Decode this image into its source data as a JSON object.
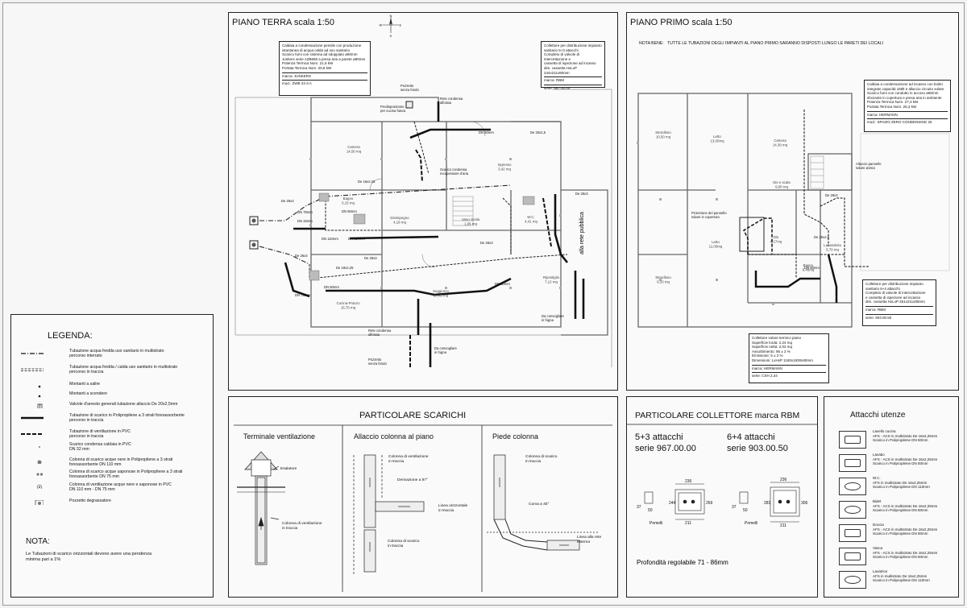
{
  "plans": {
    "ground": {
      "title": "PIANO TERRA scala 1:50",
      "boiler_note": [
        "Caldaia a condensazione pensile con produzione",
        "istantanea di acqua calda ad uso sanitario",
        "Scarico fumi con sistema ad sdoppiato ø80mm",
        "Junkers serie AZB665 a presa aria a parete ø80mm",
        "Potenza Termica Nom. 21,6 kW",
        "Portata Termica Nom. 20,8 kW"
      ],
      "boiler_brand_label": "marca:",
      "boiler_brand": "JUNKERS",
      "boiler_model_label": "mod.:",
      "boiler_model": "ZWB 24-3 A",
      "collector_note": [
        "Collettore per distribuzione impianto",
        "sanitario 5+3 attacchi",
        "Completo di valvole di intercettazione e",
        "cassetta di ispezione ad incasso",
        "dim. cassetta HxLxP 244x211x80mm"
      ],
      "collector_brand_label": "marca:",
      "collector_brand": "RBM",
      "collector_series_label": "serie:",
      "collector_series": "967.00.00",
      "rooms": [
        {
          "name": "Camera",
          "area": "14,50 mq"
        },
        {
          "name": "Ingresso",
          "area": "3,42 mq"
        },
        {
          "name": "Bagno",
          "area": "5,15 mq"
        },
        {
          "name": "Disimpegno",
          "area": "4,19 mq"
        },
        {
          "name": "Vano Scala",
          "area": "1,06 mq"
        },
        {
          "name": "W.C.",
          "area": "4,41 mq"
        },
        {
          "name": "Ripostiglio",
          "area": "7,12 mq"
        },
        {
          "name": "Soggiorno",
          "area": "20,42 mq"
        },
        {
          "name": "Cucina-Pranzo",
          "area": "15,70 mq"
        }
      ],
      "labels": {
        "pozzetto_top": "Pozzetto\nsenza fondo",
        "rete_condensa_top": "Rete condensa\nalforata",
        "predisposizione": "Predisposizione\nper cucina futura",
        "scarico_condensa": "Scarico condensa\nrecuperatore d'aria",
        "rete_condensa_bottom": "Rete condensa\nalforata",
        "pozzetto_bottom": "Pozzetto\nsenza fondo",
        "conv_fogna_1": "Da convogliare\nin fogna",
        "conv_fogna_2": "Da convogliare\nin fogna",
        "piatto": "alla rete pubblica",
        "de16": "De 16x2,25",
        "de26_1": "De 26x3",
        "de26_2": "De 26x3",
        "de26_3": "De 26x3",
        "de26_4": "De 26x3",
        "de26_5": "De 26x3",
        "de16_2": "De 16x2,25",
        "dn50_1": "DN 50mm",
        "dn50_2": "DN 50mm",
        "dn50_3": "DN 50mm",
        "dn50_4": "DN 50mm",
        "dn110_1": "DN 110mm",
        "dn110_2": "DN 110mm",
        "dn75_1": "DN 75mm",
        "dn75_2": "DN 75mm",
        "dn32": "DN 32mm",
        "de20": "De 20x2,5"
      },
      "compass": {
        "n": "N",
        "s": "S",
        "e": "E",
        "w": "W"
      }
    },
    "first": {
      "title": "PIANO PRIMO scala 1:50",
      "note_label": "NOTA BENE:",
      "note_text": "TUTTE LE TUBAZIONI DEGLI IMPIANTI AL PIANO PRIMO SARANNO DISPOSTI LUNGO LE PARETI DEI LOCALI",
      "boiler_note": [
        "Caldaia a condensazione ad incasso con boiler",
        "integrato capacità 150lt e allaccio circuito solare",
        "Scarico fumi con condotto in accoso ø80mm",
        "sfociante in copertura e presa aria in ambiente",
        "Potenza Termica Nom. 27,3 kW",
        "Portata Termica Nom. 26,3 kW"
      ],
      "boiler_brand_label": "marca:",
      "boiler_brand": "HERMANN",
      "boiler_model_label": "mod.:",
      "boiler_model": "SPAZIO ZERO CONDENSING 25",
      "collector_note": [
        "Collettore per distribuzione impianto",
        "sanitario 6+4 attacchi",
        "Completo di valvole di intercettazione",
        "e cassetta di ispezione ad incasso",
        "dim. cassetta HxLxP 261x211x80mm"
      ],
      "collector_brand_label": "marca:",
      "collector_brand": "RBM",
      "collector_series_label": "serie:",
      "collector_series": "903.00.50",
      "solar_note": [
        "Collettore solare termico piano",
        "Superficie lorda:    2,24 mq",
        "Superficie netta:    2,02 mq",
        "Assorbimento:   95 ± 2 %",
        "Emissione:   5 ± 2 %",
        "Dimensioni:   LxHxP 1160x1930x80mm"
      ],
      "solar_brand_label": "marca:",
      "solar_brand": "HERMANN",
      "solar_series_label": "serie:",
      "solar_series": "CSH 2.24",
      "rooms": [
        {
          "name": "Stenditoio",
          "area": "10,50 mq"
        },
        {
          "name": "Letto",
          "area": "13,00mq"
        },
        {
          "name": "Camera",
          "area": "14,30 mq"
        },
        {
          "name": "Dis e scala",
          "area": "9,00 mq"
        },
        {
          "name": "Letto",
          "area": "11,00mq"
        },
        {
          "name": "Stenditoio",
          "area": "9,10 mq"
        },
        {
          "name": "Dis",
          "area": "4,17mq"
        },
        {
          "name": "Bagno",
          "area": "8,46mq"
        },
        {
          "name": "Lavanderia",
          "area": "5,70 mq"
        }
      ],
      "labels": {
        "allaccio_pannello": "Allaccio pannello\nsolare ø16x1",
        "proiezione": "Proiezione del pannello\nsolare in copertura",
        "de26": "De 26x3",
        "de20": "De 20x2,5",
        "dn50": "DN 50mm"
      }
    }
  },
  "legend": {
    "title": "LEGENDA:",
    "items": [
      {
        "label": "Tubazione acqua fredda uso sanitario in multistrato\npercorso interrato",
        "icon": "dash-dot-line"
      },
      {
        "label": "Tubazione acqua fredda / calda uso sanitario in multistrato\npercorso in traccia",
        "icon": "double-dashed-line"
      },
      {
        "label": "Montanti a salire",
        "icon": "dot"
      },
      {
        "label": "Montanti a scendere",
        "icon": "dot"
      },
      {
        "label": "Valvole d'arresto generali tubazione allaccio De 20x2,5mm",
        "icon": "valve"
      },
      {
        "label": "Tubazione di scarico in Polipropilene a 3 strati fonoassorbente\npercorso in traccia",
        "icon": "thick-line"
      },
      {
        "label": "Tubazione di ventilazione in PVC\npercorso in traccia",
        "icon": "thick-dashed-line"
      },
      {
        "label": "Scarico condensa caldaia in PVC\nDN 32 mm",
        "icon": "small-dot"
      },
      {
        "label": "Colonna di scarico acque nere in Polipropilene a 3 strati\nfonoassorbente DN 110 mm",
        "icon": "column-circle"
      },
      {
        "label": "Colonna di scarico acque saponose in Polipropilene a 3 strati\nfonoassorbente DN 75 mm",
        "icon": "column-double"
      },
      {
        "label": "Colonna di ventilazione acque nere e saponose in PVC\nDN 110 mm - DN 75 mm",
        "icon": "column-ring"
      },
      {
        "label": "Pozzetto degrassatore",
        "icon": "square-pit"
      }
    ],
    "nota_title": "NOTA:",
    "nota_text": "Le Tubazioni di scarico orizzontali devono avere una pendenza\nminima pari a 1%"
  },
  "scarichi": {
    "title": "PARTICOLARE SCARICHI",
    "col1": {
      "title": "Terminale ventilazione",
      "esalatore": "Esalatore",
      "colonna": "Colonna di ventilazione\nin traccia"
    },
    "col2": {
      "title": "Allaccio colonna al piano",
      "ventilazione": "Colonna di ventilazione\nin traccia",
      "derivazione": "Derivazione a 87°",
      "linea": "Linea orizzontale\nin traccia",
      "scarico": "Colonna di scarico\nin traccia"
    },
    "col3": {
      "title": "Piede colonna",
      "scarico": "Colonna di scarico\nin traccia",
      "curva": "Curva a 45°",
      "rete": "Linea alla rete\nesterna"
    }
  },
  "collettore": {
    "title": "PARTICOLARE COLLETTORE marca RBM",
    "a": {
      "title": "5+3 attacchi",
      "serie": "serie 967.00.00",
      "w_top": "236",
      "w_bot": "211",
      "h_left": "244",
      "h_right": "269",
      "side_h": "37",
      "side_w": "50",
      "pomelli": "Pomelli"
    },
    "b": {
      "title": "6+4 attacchi",
      "serie": "serie 903.00.50",
      "w_top": "236",
      "w_bot": "211",
      "h_left": "281",
      "h_right": "306",
      "side_h": "37",
      "side_w": "50",
      "pomelli": "Pomelli"
    },
    "depth": "Profondità regolabile 71 - 86mm"
  },
  "attacchi": {
    "title": "Attacchi utenze",
    "items": [
      {
        "name": "Lavello cucina",
        "l1": "AFS - ACS in multistrato De 16x2,25mm",
        "l2": "Scarico in Polipropilene DN 50mm",
        "icon": "sink-icon"
      },
      {
        "name": "Lavabo",
        "l1": "AFS - ACS in multistrato De 16x2,25mm",
        "l2": "Scarico in Polipropilene DN 50mm",
        "icon": "washbasin-icon"
      },
      {
        "name": "W.C.",
        "l1": "AFS in multistrato De 16x2,25mm",
        "l2": "Scarico in Polipropilene DN 110mm",
        "icon": "toilet-icon"
      },
      {
        "name": "Bidet",
        "l1": "AFS - ACS in multistrato De 16x2,25mm",
        "l2": "Scarico in Polipropilene DN 50mm",
        "icon": "bidet-icon"
      },
      {
        "name": "Doccia",
        "l1": "AFS - ACS in multistrato De 16x2,25mm",
        "l2": "Scarico in Polipropilene DN 50mm",
        "icon": "shower-icon"
      },
      {
        "name": "Vasca",
        "l1": "AFS - ACS in multistrato De 16x2,25mm",
        "l2": "Scarico in Polipropilene DN 50mm",
        "icon": "bathtub-icon"
      },
      {
        "name": "Lavatrice",
        "l1": "AFS in multistrato De 16x2,25mm",
        "l2": "Scarico in Polipropilene DN 110mm",
        "icon": "washer-icon"
      }
    ]
  }
}
